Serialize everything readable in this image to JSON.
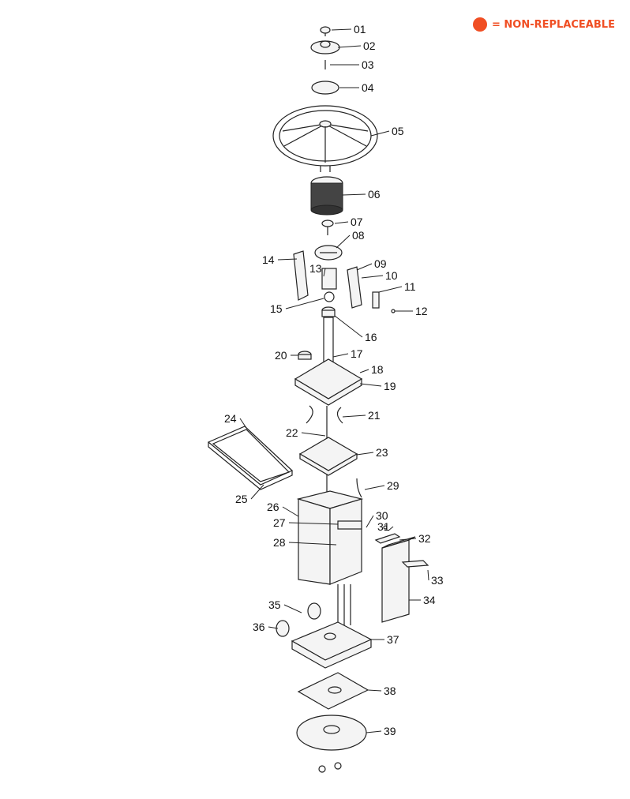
{
  "legend": {
    "text": "= NON-REPLACEABLE",
    "color": "#f04e23"
  },
  "parts": [
    {
      "num": "01"
    },
    {
      "num": "02"
    },
    {
      "num": "03"
    },
    {
      "num": "04"
    },
    {
      "num": "05"
    },
    {
      "num": "06"
    },
    {
      "num": "07"
    },
    {
      "num": "08"
    },
    {
      "num": "09"
    },
    {
      "num": "10"
    },
    {
      "num": "11"
    },
    {
      "num": "12"
    },
    {
      "num": "13"
    },
    {
      "num": "14"
    },
    {
      "num": "15"
    },
    {
      "num": "16"
    },
    {
      "num": "17"
    },
    {
      "num": "18"
    },
    {
      "num": "19"
    },
    {
      "num": "20"
    },
    {
      "num": "21"
    },
    {
      "num": "22"
    },
    {
      "num": "23"
    },
    {
      "num": "24"
    },
    {
      "num": "25"
    },
    {
      "num": "26"
    },
    {
      "num": "27"
    },
    {
      "num": "28"
    },
    {
      "num": "29"
    },
    {
      "num": "30"
    },
    {
      "num": "31"
    },
    {
      "num": "32"
    },
    {
      "num": "33"
    },
    {
      "num": "34"
    },
    {
      "num": "35"
    },
    {
      "num": "36"
    },
    {
      "num": "37"
    },
    {
      "num": "38"
    },
    {
      "num": "39"
    }
  ]
}
